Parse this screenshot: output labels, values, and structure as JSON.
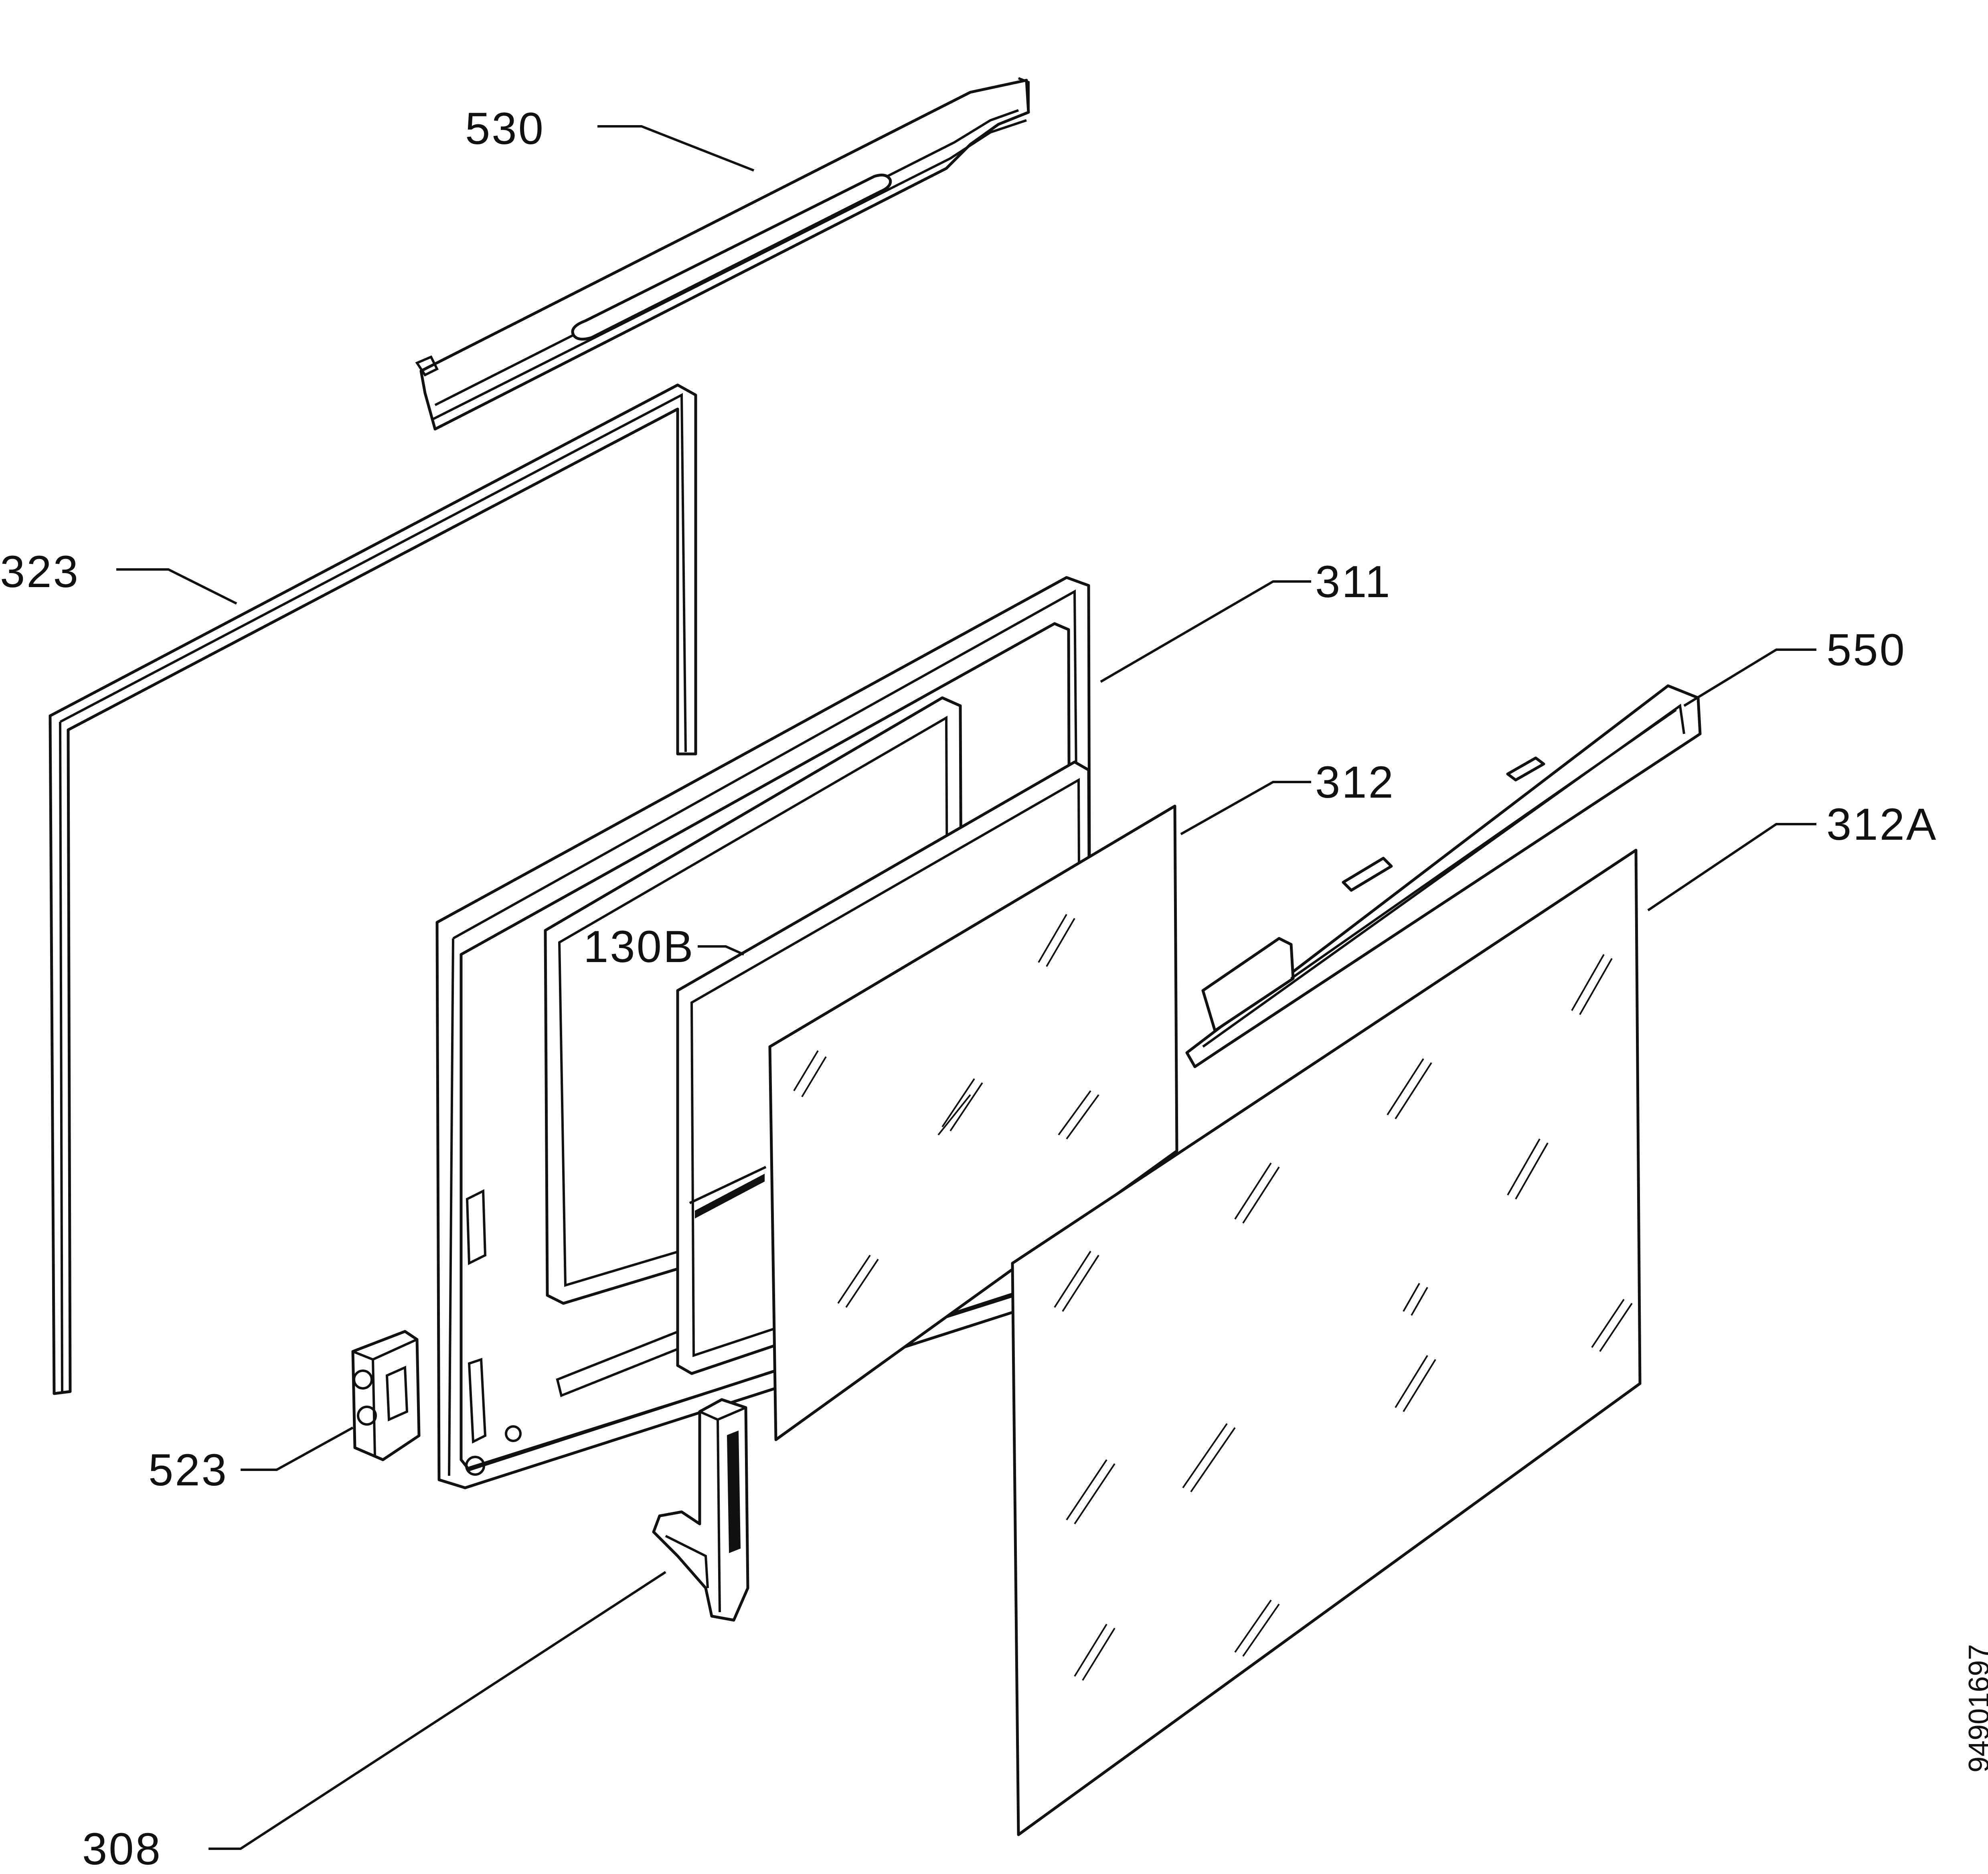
{
  "labels": {
    "p530": "530",
    "p323": "323",
    "p311": "311",
    "p550": "550",
    "p312": "312",
    "p312A": "312A",
    "p130B": "130B",
    "p523": "523",
    "p308": "308"
  },
  "doc_id": "94901697"
}
